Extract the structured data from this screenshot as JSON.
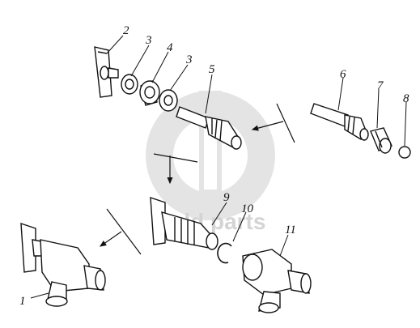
{
  "diagram": {
    "callouts": [
      "1",
      "2",
      "3",
      "4",
      "3",
      "5",
      "6",
      "7",
      "8",
      "9",
      "10",
      "11"
    ],
    "watermark_text": "dd  parts",
    "colors": {
      "ink": "#111111",
      "watermark": "#d4d4d4",
      "background": "#ffffff"
    }
  }
}
